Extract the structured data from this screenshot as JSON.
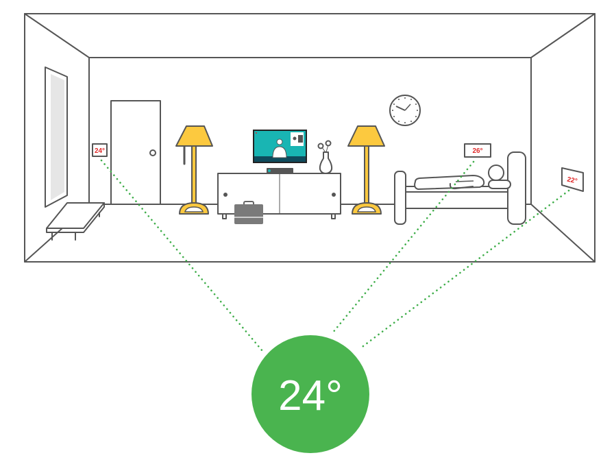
{
  "sensors": {
    "left_wall": "24°",
    "above_bed": "26°",
    "right_wall": "22°"
  },
  "average_reading": "24°",
  "colors": {
    "accent_green": "#4ab44f",
    "sensor_text": "#e02a2a",
    "lamp_yellow": "#fcc93f",
    "tv_screen": "#19b5b3"
  }
}
